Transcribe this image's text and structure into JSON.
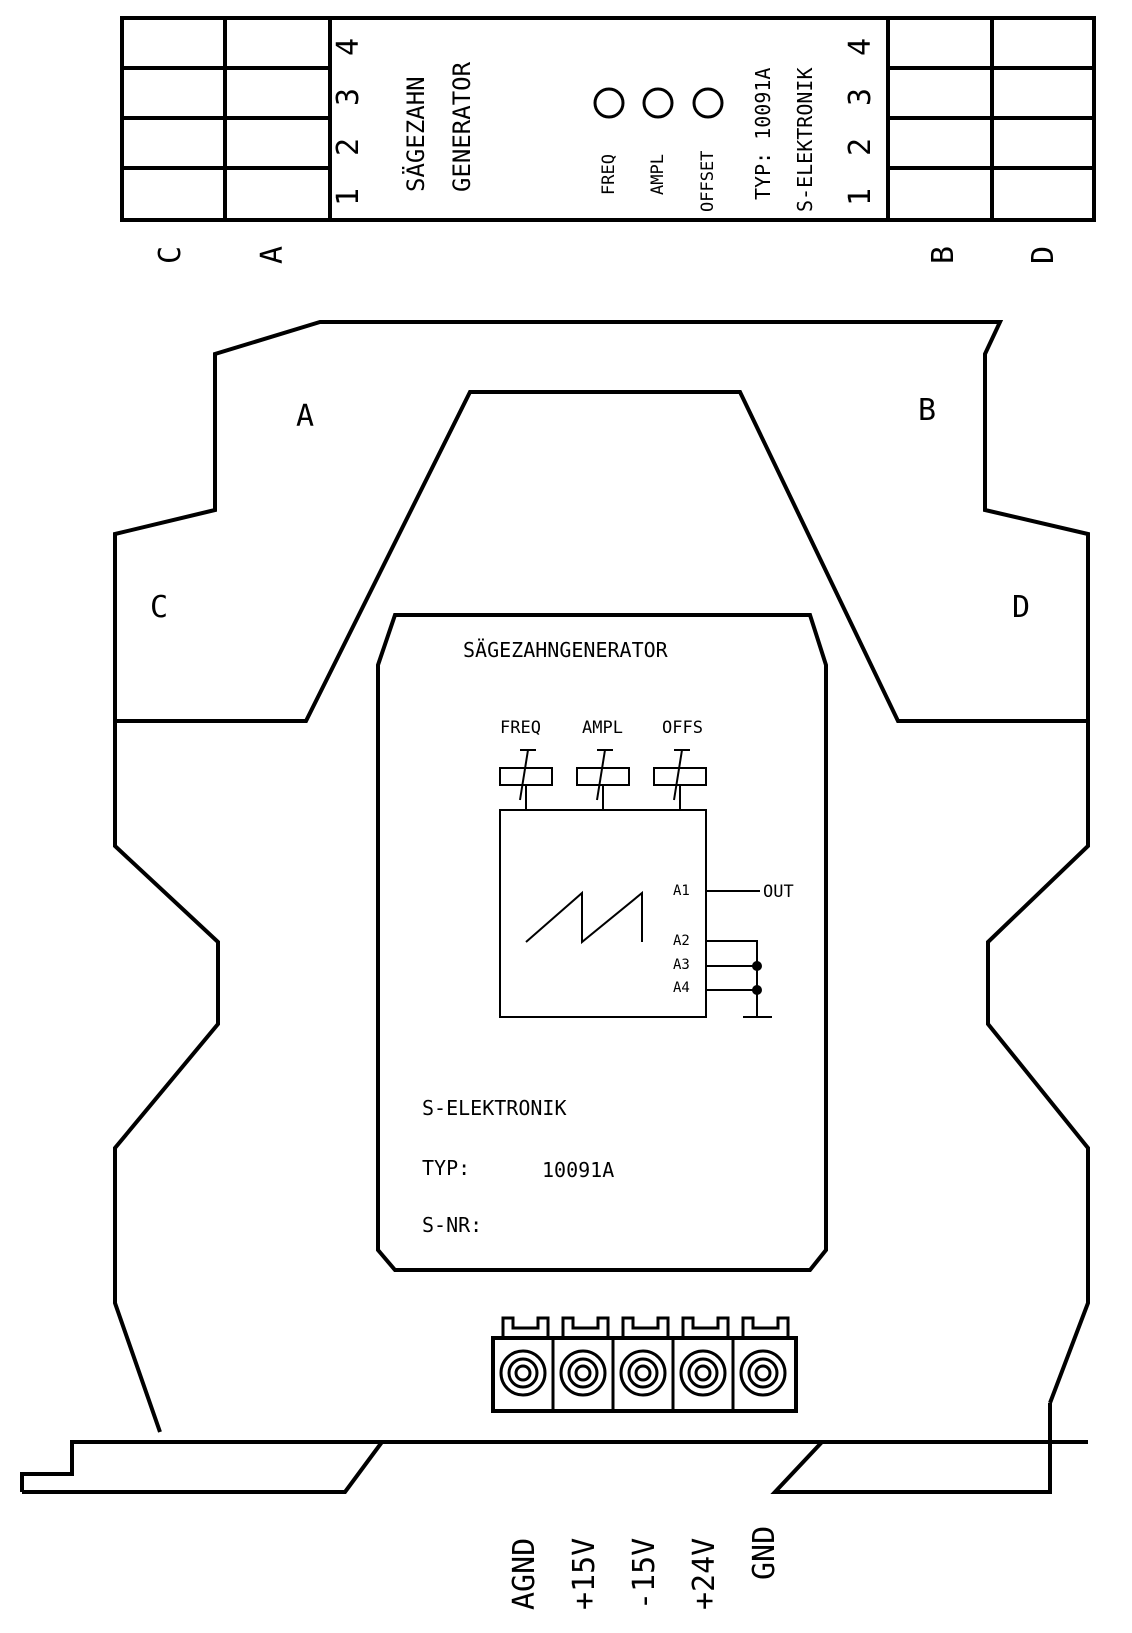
{
  "top_label": {
    "terminal_numbers_left": [
      "4",
      "3",
      "2",
      "1"
    ],
    "terminal_numbers_right": [
      "4",
      "3",
      "2",
      "1"
    ],
    "title_line1": "SÄGEZAHN",
    "title_line2": "GENERATOR",
    "knobs": [
      "FREQ",
      "AMPL",
      "OFFSET"
    ],
    "typ_line": "TYP: 10091A",
    "brand_line": "S-ELEKTRONIK",
    "block_letters": [
      "C",
      "A",
      "B",
      "D"
    ]
  },
  "housing": {
    "corner_letters": {
      "a": "A",
      "b": "B",
      "c": "C",
      "d": "D"
    }
  },
  "front_plate": {
    "title": "SÄGEZAHNGENERATOR",
    "pot_labels": [
      "FREQ",
      "AMPL",
      "OFFS"
    ],
    "pins": [
      "A1",
      "A2",
      "A3",
      "A4"
    ],
    "output_label": "OUT",
    "brand": "S-ELEKTRONIK",
    "typ_label": "TYP:",
    "typ_value": "10091A",
    "serial_label": "S-NR:"
  },
  "power_terminals": [
    "AGND",
    "+15V",
    "-15V",
    "+24V",
    "GND"
  ]
}
